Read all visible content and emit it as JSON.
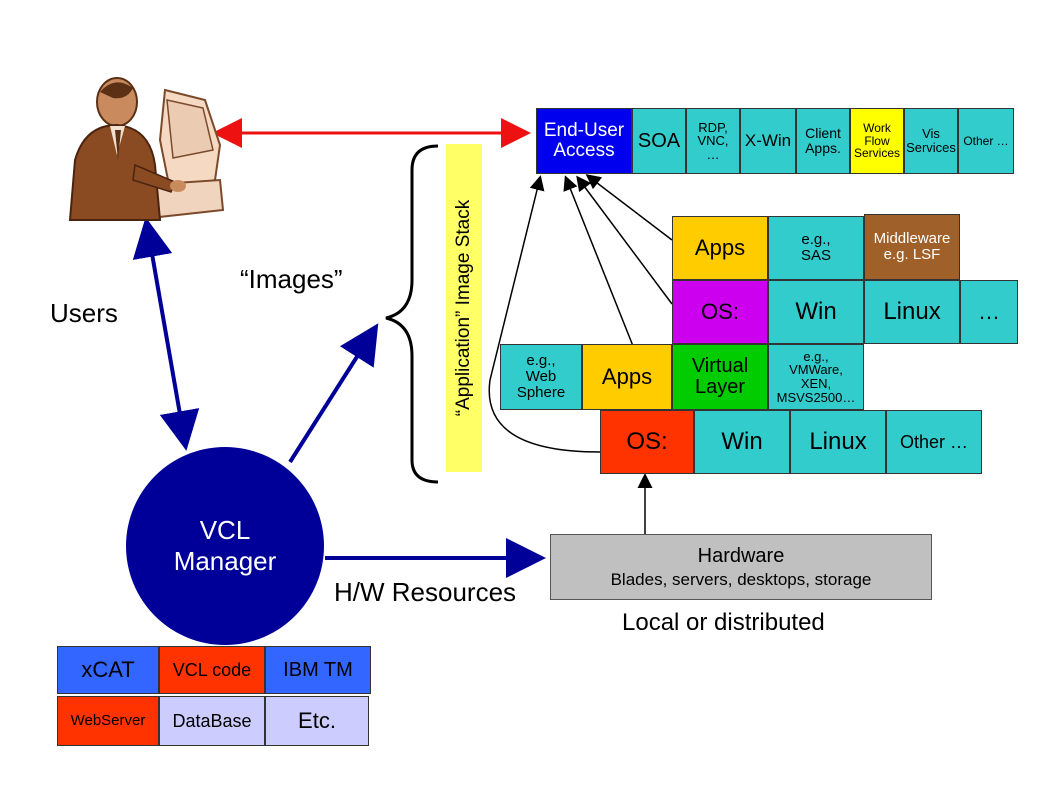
{
  "colors": {
    "teal": "#33cccc",
    "blue": "#0000ee",
    "yellow": "#ffff00",
    "gold": "#ffcc00",
    "magenta": "#cc00ee",
    "green": "#00cc00",
    "red": "#ff3300",
    "brown": "#a0602a",
    "gray": "#c0c0c0",
    "navy": "#000099",
    "arrow_red": "#ee1111"
  },
  "labels": {
    "users": "Users",
    "images": "“Images”",
    "image_stack": "“Application” Image Stack",
    "hw_resources": "H/W Resources",
    "local_distributed": "Local or distributed"
  },
  "vcl_manager": {
    "line1": "VCL",
    "line2": "Manager"
  },
  "end_user_row": {
    "access": "End-User\nAccess",
    "soa": "SOA",
    "rdp": "RDP,\nVNC,\n…",
    "xwin": "X-Win",
    "client_apps": "Client\nApps.",
    "workflow": "Work\nFlow\nServices",
    "vis": "Vis\nServices",
    "other": "Other …"
  },
  "upper_stack": {
    "apps": "Apps",
    "eg_sas": "e.g.,\nSAS",
    "middleware": "Middleware\ne.g. LSF",
    "os": "OS:",
    "win": "Win",
    "linux": "Linux",
    "ellipsis": "…"
  },
  "middle_stack": {
    "eg_websphere": "e.g.,\nWeb\nSphere",
    "apps": "Apps",
    "virtual_layer": "Virtual\nLayer",
    "eg_vmware": "e.g.,\nVMWare,\nXEN,\nMSVS2500…"
  },
  "lower_stack": {
    "os": "OS:",
    "win": "Win",
    "linux": "Linux",
    "other": "Other …"
  },
  "hardware": {
    "title": "Hardware",
    "subtitle": "Blades, servers, desktops, storage"
  },
  "components": {
    "xcat": "xCAT",
    "vcl_code": "VCL code",
    "ibm_tm": "IBM TM",
    "webserver": "WebServer",
    "database": "DataBase",
    "etc": "Etc."
  }
}
